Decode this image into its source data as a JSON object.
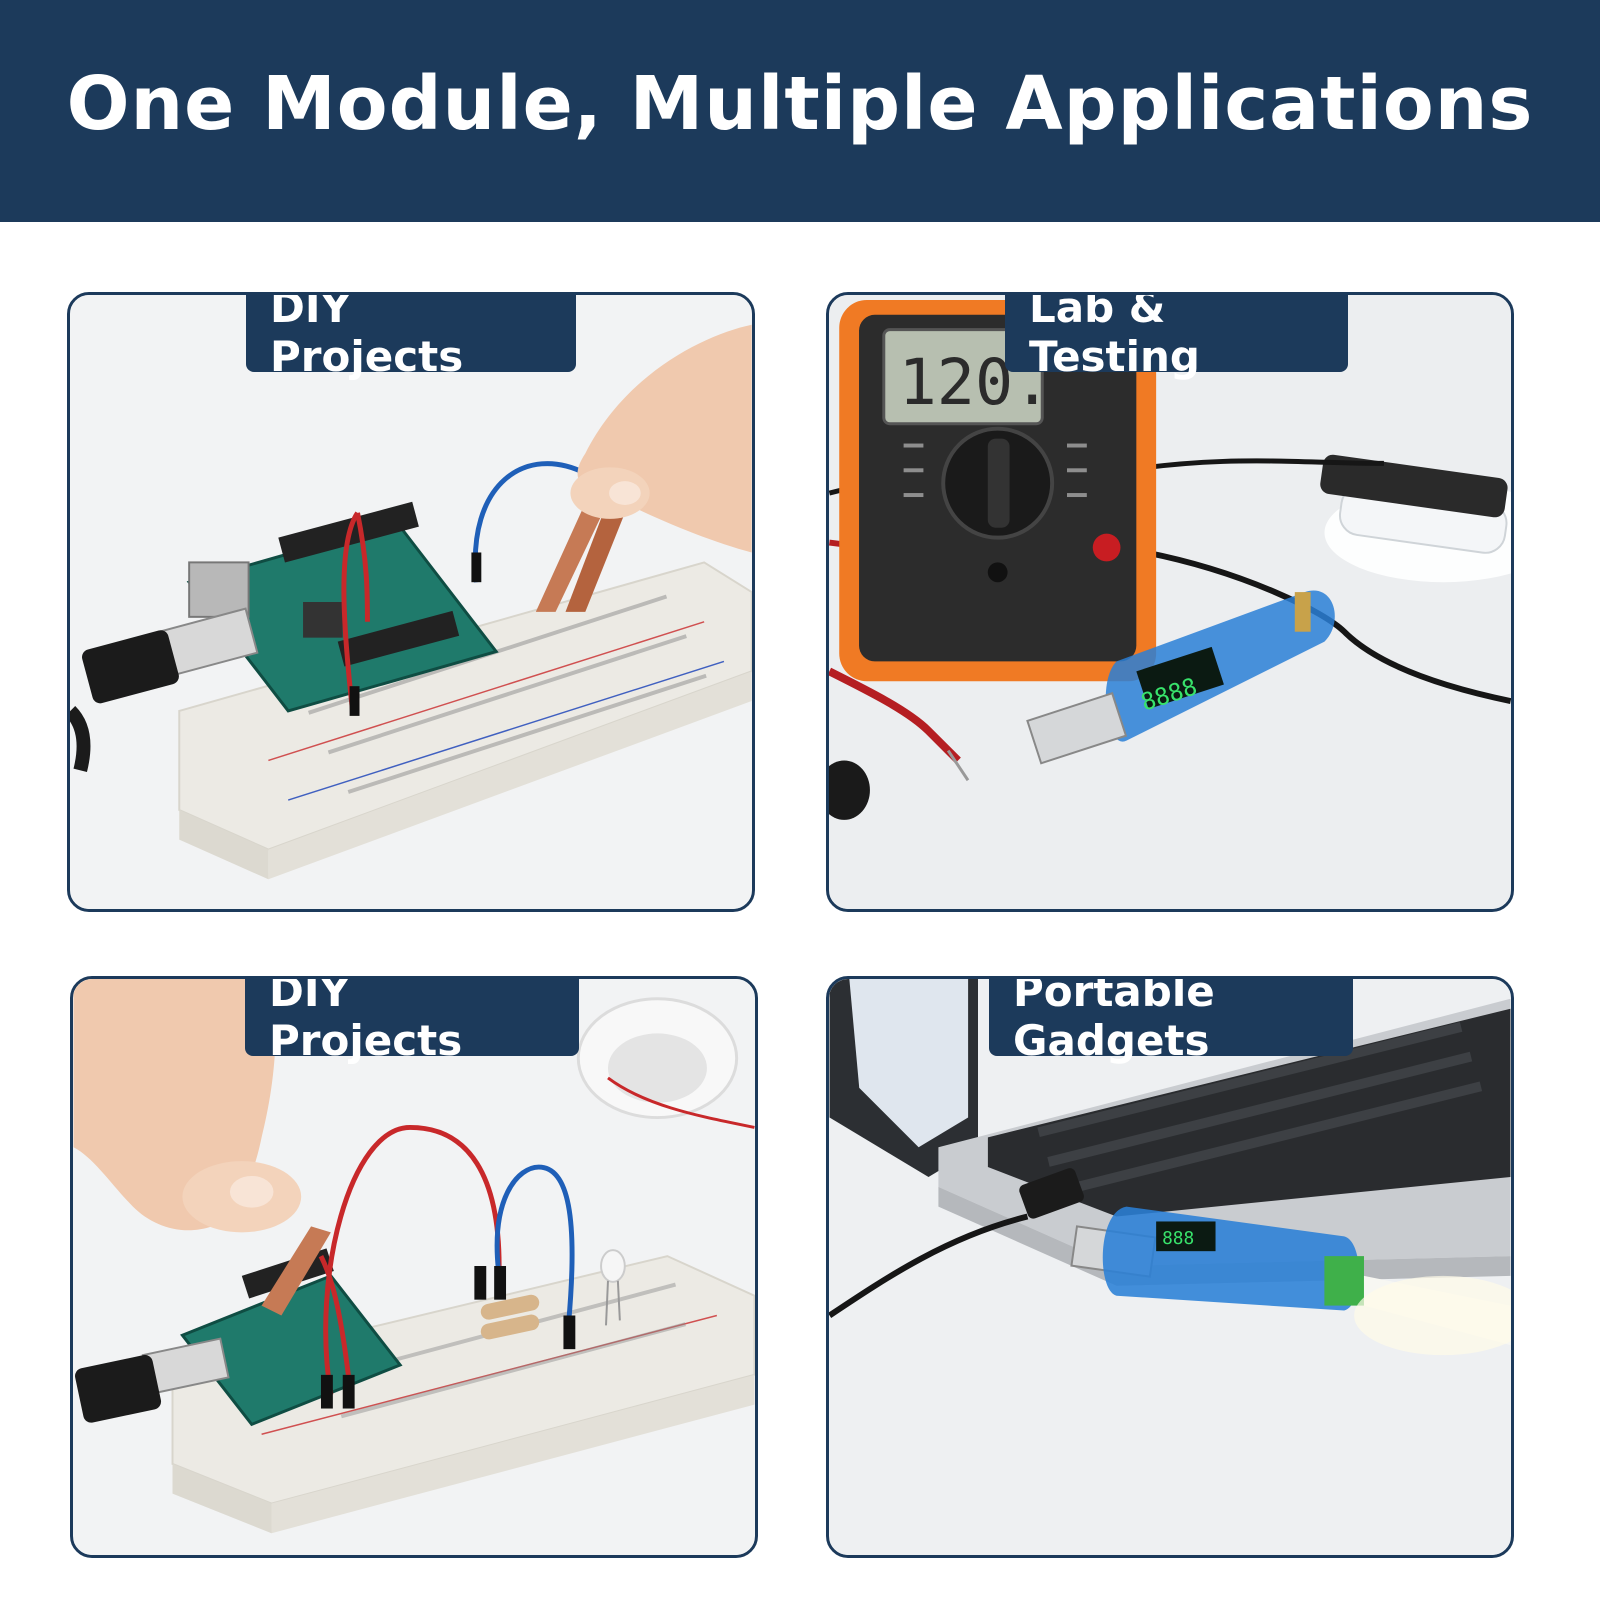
{
  "banner": {
    "title": "One Module, Multiple Applications"
  },
  "panels": [
    {
      "label": "DIY Projects"
    },
    {
      "label": "Lab & Testing"
    },
    {
      "label": "DIY Projects"
    },
    {
      "label": "Portable Gadgets"
    }
  ],
  "colors": {
    "navy": "#1c3a5b",
    "white": "#ffffff"
  }
}
